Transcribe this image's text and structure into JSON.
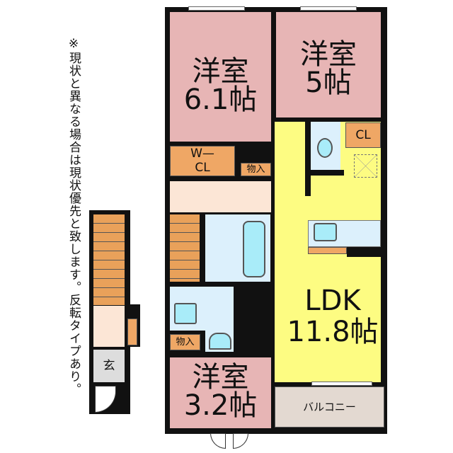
{
  "note": "※現状と異なる場合は現状優先と致します。反転タイプあり。",
  "rooms": {
    "western1": {
      "name": "洋室",
      "size": "6.1帖"
    },
    "western2": {
      "name": "洋室",
      "size": "5帖"
    },
    "western3": {
      "name": "洋室",
      "size": "3.2帖"
    },
    "ldk": {
      "name": "LDK",
      "size": "11.8帖"
    },
    "wcl": {
      "line1": "W—",
      "line2": "CL"
    },
    "cl": "CL",
    "storage1": "物入",
    "storage2": "物入",
    "balcony": "バルコニー",
    "entrance": "玄"
  },
  "colors": {
    "western": "#e7b5b5",
    "ldk": "#fdfc82",
    "storage": "#efa765",
    "wet": "#dcf0fc"
  }
}
